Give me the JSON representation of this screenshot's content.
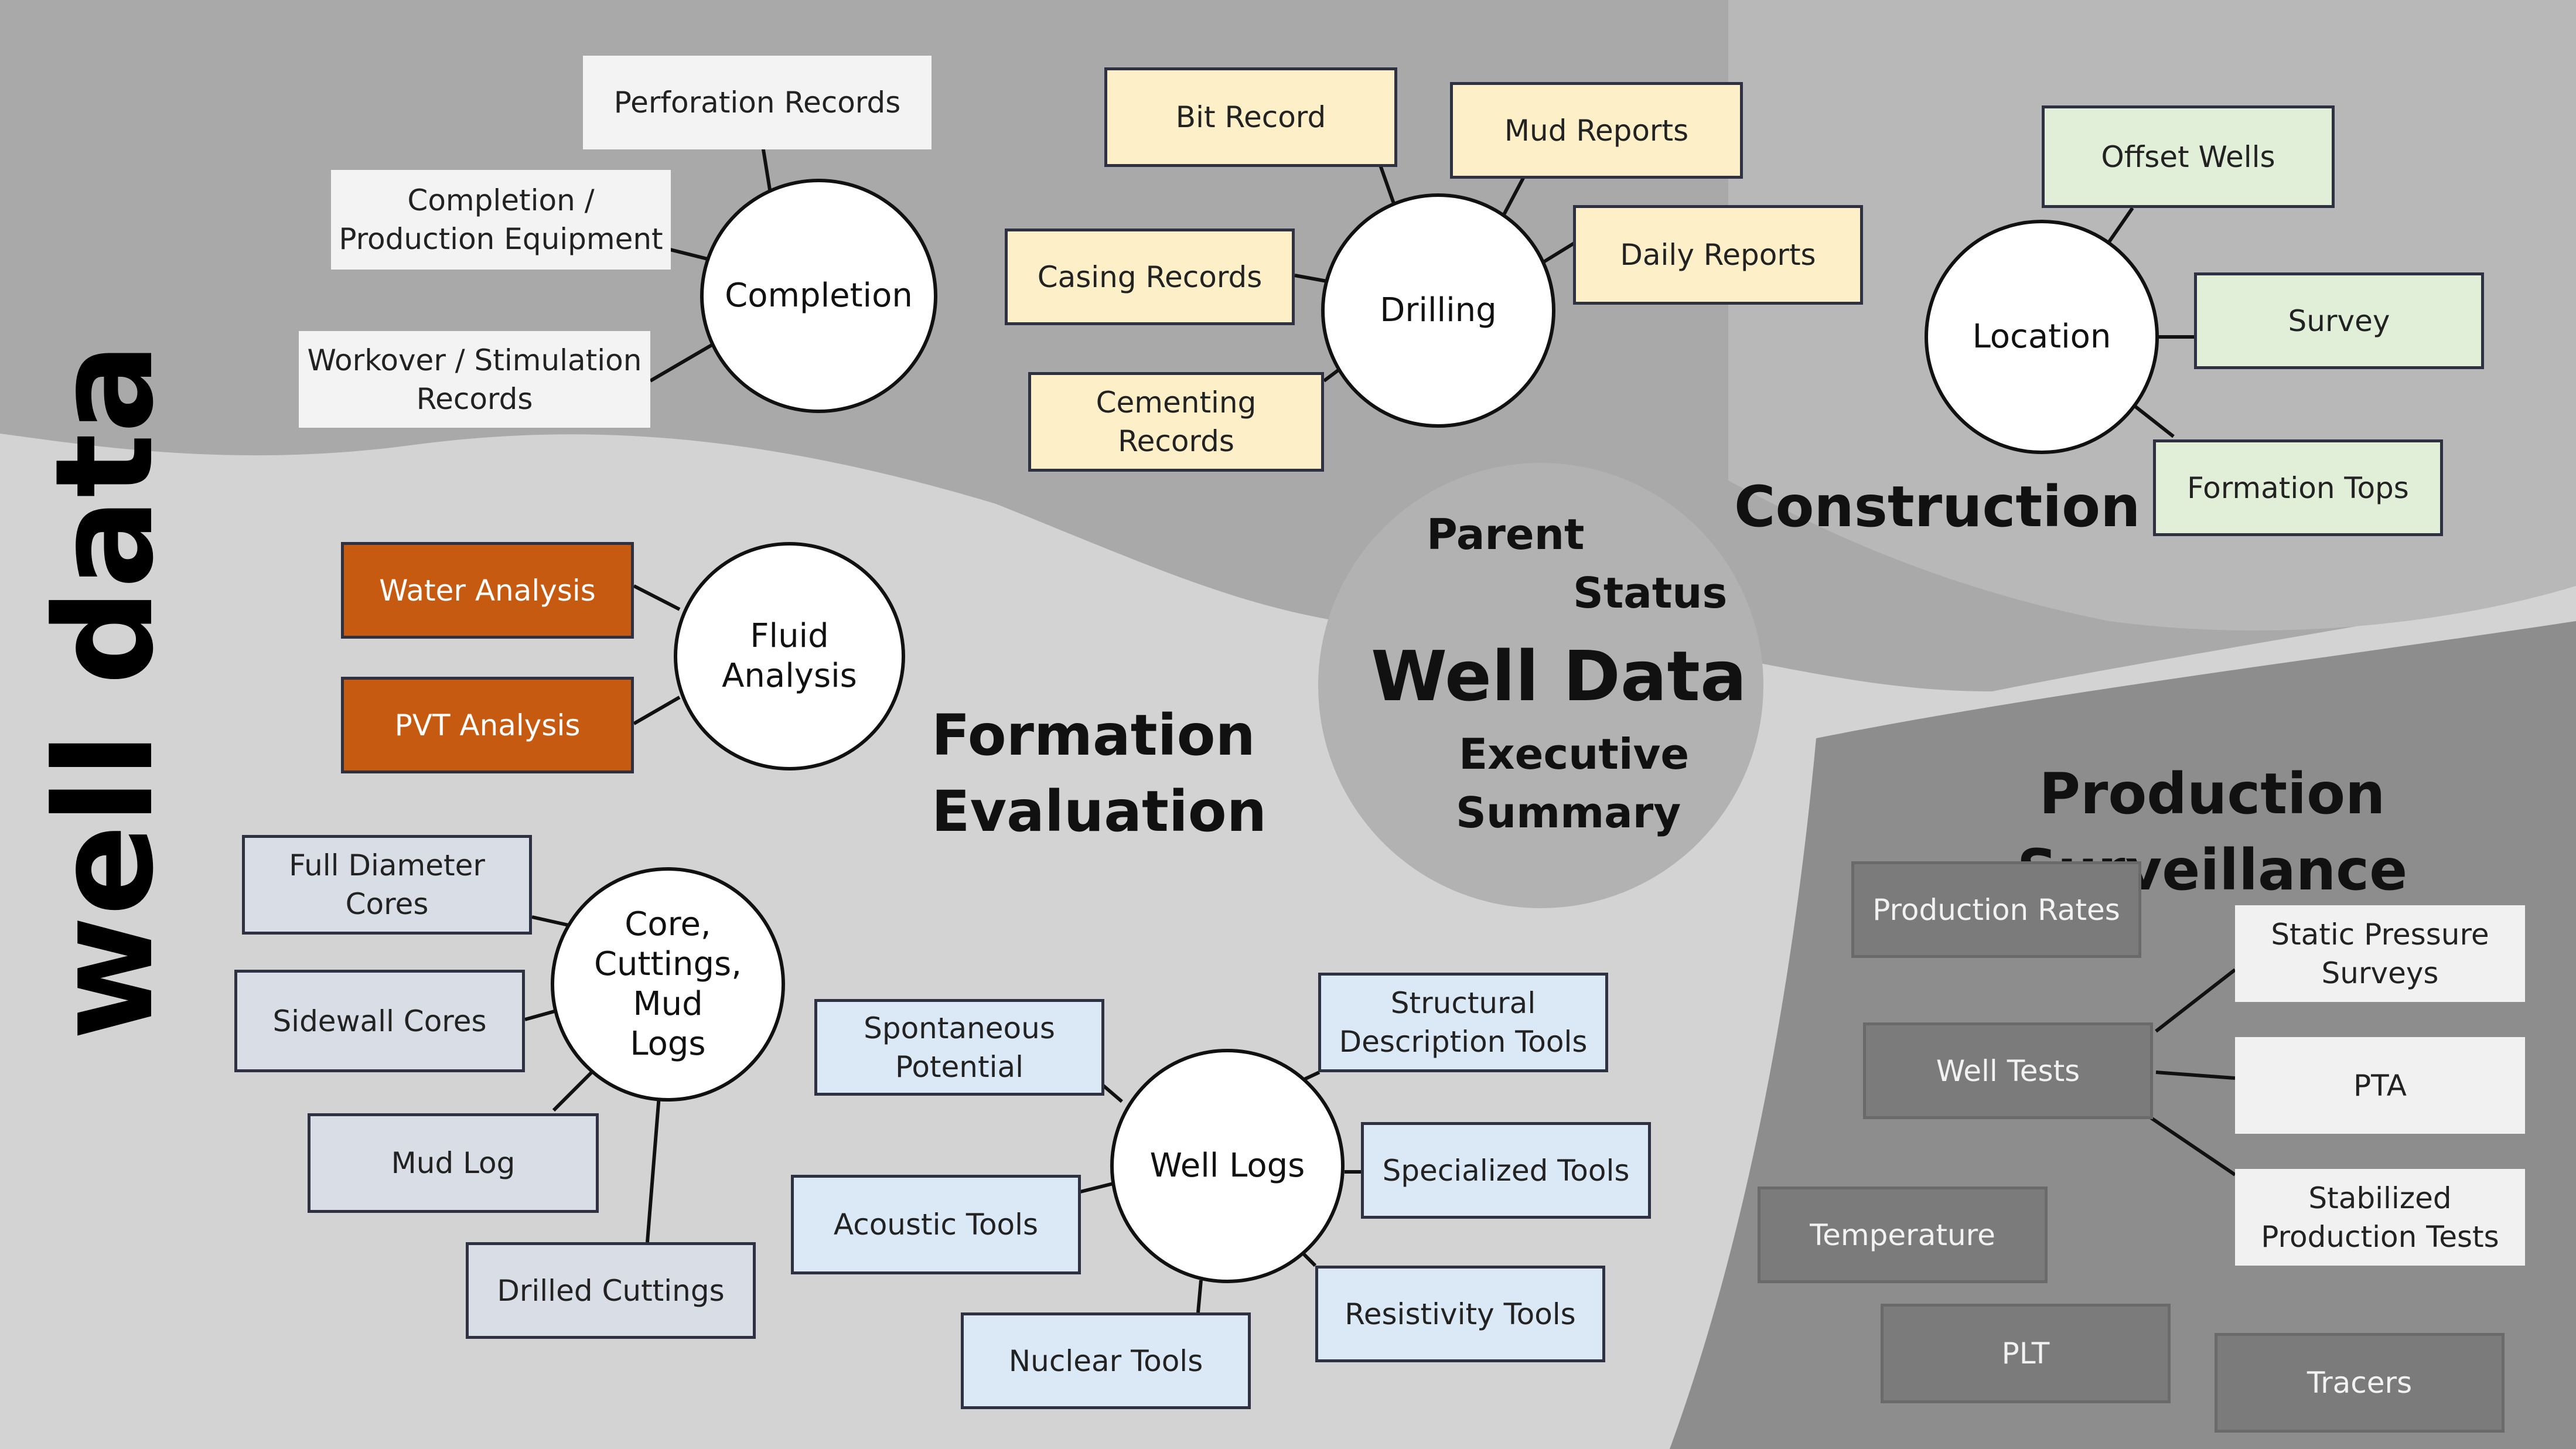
{
  "title": "well data",
  "center": {
    "parent": "Parent",
    "status": "Status",
    "main": "Well Data",
    "exec1": "Executive",
    "exec2": "Summary"
  },
  "sections": {
    "construction": "Construction",
    "formation1": "Formation",
    "formation2": "Evaluation",
    "production": "Production Surveillance"
  },
  "hubs": {
    "completion": "Completion",
    "drilling": "Drilling",
    "location": "Location",
    "fluid1": "Fluid",
    "fluid2": "Analysis",
    "core1": "Core,",
    "core2": "Cuttings,",
    "core3": "Mud",
    "core4": "Logs",
    "welllogs": "Well Logs"
  },
  "completion": {
    "perforation": "Perforation Records",
    "equip1": "Completion /",
    "equip2": "Production Equipment",
    "workover1": "Workover / Stimulation",
    "workover2": "Records"
  },
  "drilling": {
    "bit": "Bit Record",
    "mud": "Mud Reports",
    "daily": "Daily Reports",
    "casing": "Casing Records",
    "cement1": "Cementing",
    "cement2": "Records"
  },
  "location": {
    "offset": "Offset Wells",
    "survey": "Survey",
    "tops": "Formation Tops"
  },
  "fluid": {
    "water": "Water Analysis",
    "pvt": "PVT Analysis"
  },
  "core": {
    "fulldiam1": "Full Diameter",
    "fulldiam2": "Cores",
    "sidewall": "Sidewall Cores",
    "mudlog": "Mud Log",
    "cuttings": "Drilled Cuttings"
  },
  "logs": {
    "sp1": "Spontaneous",
    "sp2": "Potential",
    "struct1": "Structural",
    "struct2": "Description Tools",
    "special": "Specialized Tools",
    "acoustic": "Acoustic Tools",
    "resist": "Resistivity Tools",
    "nuclear": "Nuclear Tools"
  },
  "production": {
    "rates": "Production Rates",
    "welltests": "Well Tests",
    "static1": "Static Pressure",
    "static2": "Surveys",
    "pta": "PTA",
    "stab1": "Stabilized",
    "stab2": "Production Tests",
    "temperature": "Temperature",
    "plt": "PLT",
    "tracers": "Tracers"
  }
}
